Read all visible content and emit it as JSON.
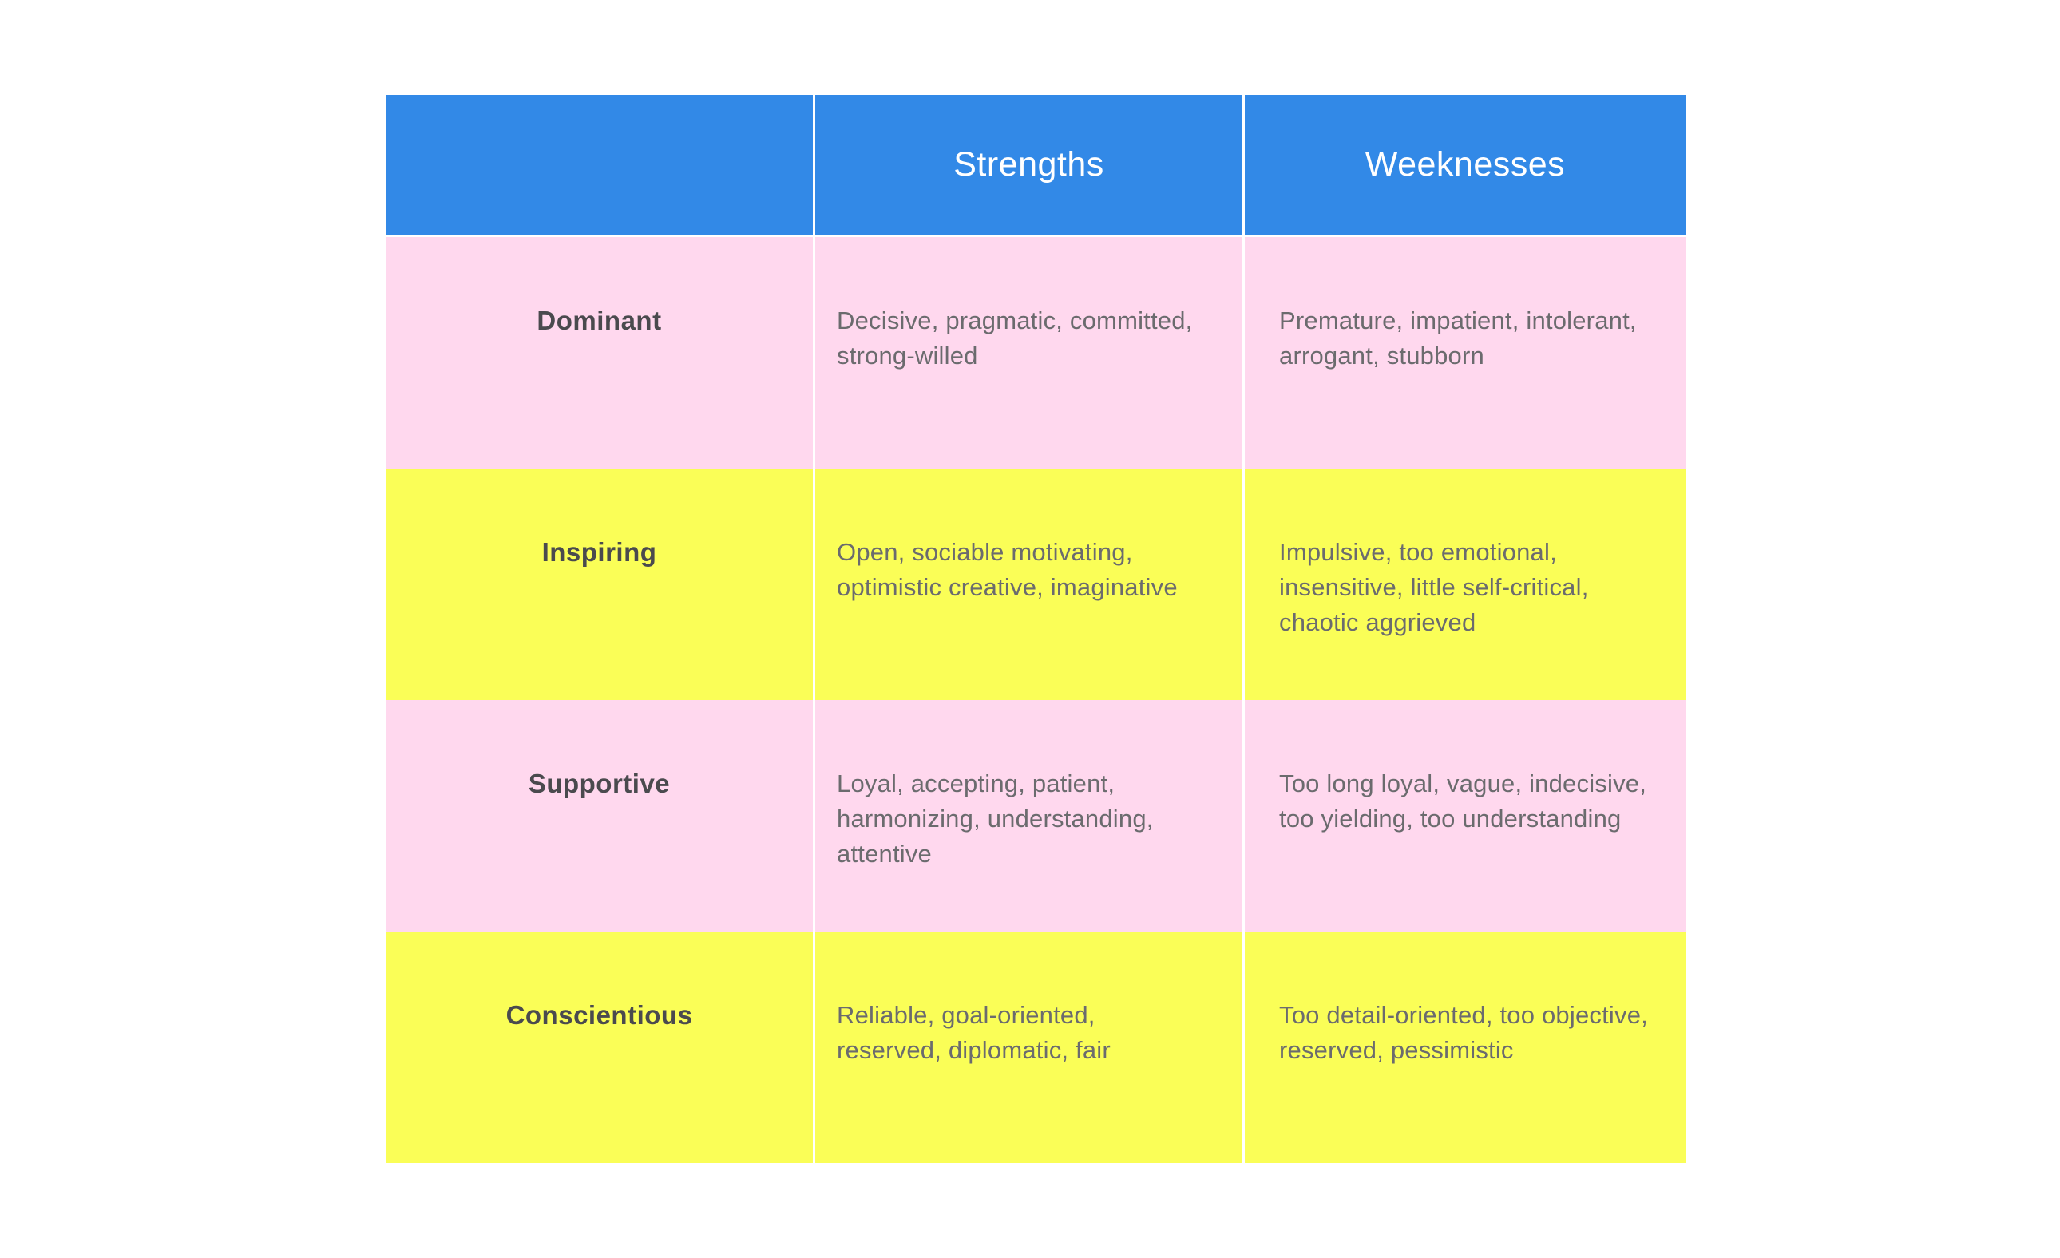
{
  "table": {
    "title_semantic": "disc-personality-strengths-weaknesses-table",
    "header": {
      "label_col": "",
      "strengths_col": "Strengths",
      "weaknesses_col": "Weeknesses"
    },
    "rows": [
      {
        "label": "Dominant",
        "strengths": "Decisive, pragmatic, committed, strong-willed",
        "weaknesses": "Premature, impatient, intolerant, arrogant, stubborn"
      },
      {
        "label": "Inspiring",
        "strengths": "Open, sociable motivating, optimistic creative, imaginative",
        "weaknesses": "Impulsive, too emotional, insensitive, little self-critical, chaotic aggrieved"
      },
      {
        "label": "Supportive",
        "strengths": "Loyal, accepting, patient, harmonizing, understanding, attentive",
        "weaknesses": "Too long loyal, vague, indecisive, too yielding, too understanding"
      },
      {
        "label": "Conscientious",
        "strengths": "Reliable, goal-oriented, reserved, diplomatic, fair",
        "weaknesses": "Too detail-oriented, too objective, reserved, pessimistic"
      }
    ],
    "colors": {
      "header_bg": "#3289E7",
      "header_text": "#FFFFFF",
      "row_pink": "#FFD8EE",
      "row_yellow": "#FAFE57",
      "label_text": "#4A4A4E",
      "body_text": "#6B6B6E",
      "divider": "#FFFFFF",
      "page_bg": "#FFFFFF"
    }
  }
}
